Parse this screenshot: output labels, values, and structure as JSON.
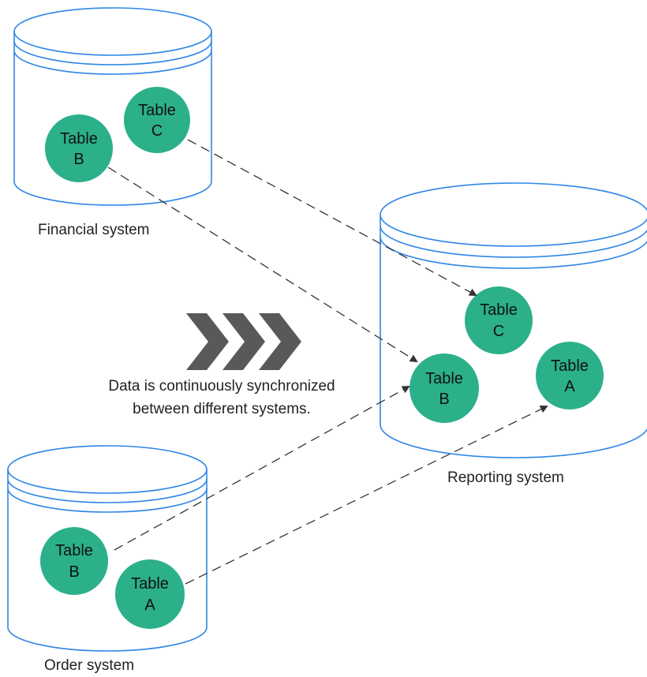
{
  "colors": {
    "cylinder_stroke": "#2f86e8",
    "table_fill": "#2bb08a",
    "arrow_stroke": "#333333",
    "chevron": "#595959"
  },
  "databases": {
    "financial": {
      "label": "Financial system",
      "tables": [
        {
          "line1": "Table",
          "line2": "C"
        },
        {
          "line1": "Table",
          "line2": "B"
        }
      ]
    },
    "reporting": {
      "label": "Reporting system",
      "tables": [
        {
          "line1": "Table",
          "line2": "C"
        },
        {
          "line1": "Table",
          "line2": "B"
        },
        {
          "line1": "Table",
          "line2": "A"
        }
      ]
    },
    "order": {
      "label": "Order system",
      "tables": [
        {
          "line1": "Table",
          "line2": "B"
        },
        {
          "line1": "Table",
          "line2": "A"
        }
      ]
    }
  },
  "sync_note": {
    "icon": "triple-chevron-right-icon",
    "line1": "Data is continuously synchronized",
    "line2": "between different systems."
  }
}
